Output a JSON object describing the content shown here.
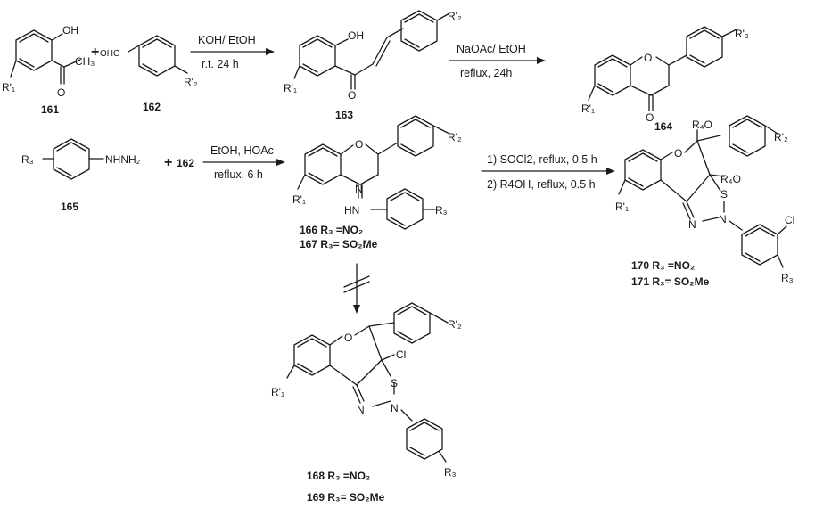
{
  "compounds": {
    "c161": "161",
    "c162": "162",
    "c163": "163",
    "c164": "164",
    "c165": "165",
    "c166": "166 R₃ =NO₂",
    "c167": "167 R₃= SO₂Me",
    "c168": "168 R₃ =NO₂",
    "c169": "169  R₃= SO₂Me",
    "c170": "170 R₃ =NO₂",
    "c171": "171 R₃= SO₂Me",
    "c162_reagent": "162"
  },
  "conditions": {
    "r1_top": "KOH/ EtOH",
    "r1_bottom": "r.t. 24 h",
    "r2_top": "NaOAc/ EtOH",
    "r2_bottom": "reflux, 24h",
    "r3_top": "EtOH, HOAc",
    "r3_bottom": "reflux, 6 h",
    "r4_top": "1) SOCl2, reflux, 0.5 h",
    "r4_bottom": "2) R4OH, reflux, 0.5 h"
  },
  "atoms": {
    "oh": "OH",
    "ch3": "CH₃",
    "o": "O",
    "ohc": "OHC",
    "r1": "R'₁",
    "r2": "R'₂",
    "r3": "R₃",
    "r4o": "R₄O",
    "nhnh2": "NHNH₂",
    "hn": "HN",
    "n": "N",
    "s": "S",
    "cl": "Cl"
  },
  "plus": "+"
}
